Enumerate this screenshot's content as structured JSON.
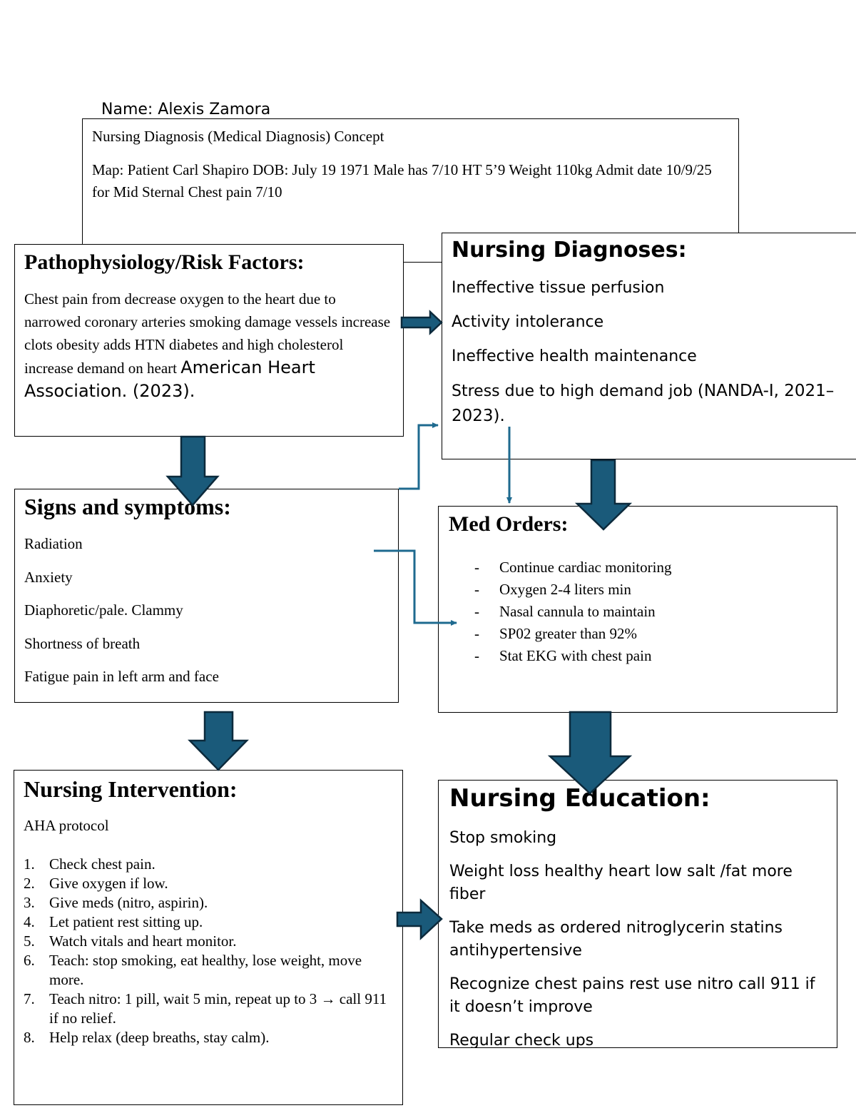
{
  "name_label": "Name:  Alexis Zamora",
  "concept_map": {
    "line1": "Nursing Diagnosis (Medical Diagnosis) Concept",
    "line2": "Map:  Patient Carl Shapiro DOB: July 19 1971 Male has 7/10 HT 5’9 Weight 110kg Admit date 10/9/25 for Mid Sternal Chest pain 7/10"
  },
  "pathophysiology": {
    "heading": "Pathophysiology/Risk Factors:",
    "body": "Chest pain from decrease oxygen to the heart due to narrowed coronary arteries smoking damage vessels increase clots obesity adds HTN diabetes and high cholesterol increase demand on heart ",
    "citation": "American Heart Association. (2023)."
  },
  "nursing_diagnoses": {
    "heading": "Nursing Diagnoses:",
    "items": [
      "Ineffective tissue perfusion",
      "Activity intolerance",
      "Ineffective health maintenance",
      "Stress due to high demand job "
    ],
    "citation": "(NANDA-I, 2021–2023)."
  },
  "signs_symptoms": {
    "heading": "Signs and symptoms:",
    "items": [
      "Radiation",
      "Anxiety",
      "Diaphoretic/pale. Clammy",
      "Shortness of breath",
      "Fatigue pain in left arm and face"
    ]
  },
  "med_orders": {
    "heading": "Med Orders:",
    "bullet": "-",
    "items": [
      "Continue cardiac monitoring",
      "Oxygen 2-4 liters min",
      "Nasal cannula to maintain",
      "SP02 greater than 92%",
      "Stat EKG with chest pain"
    ]
  },
  "nursing_intervention": {
    "heading": "Nursing Intervention:",
    "intro": "AHA protocol",
    "steps": [
      {
        "num": "1.",
        "text": "Check chest pain."
      },
      {
        "num": "2.",
        "text": "Give oxygen if low."
      },
      {
        "num": "3.",
        "text": "Give meds (nitro, aspirin)."
      },
      {
        "num": "4.",
        "text": "Let patient rest sitting up."
      },
      {
        "num": "5.",
        "text": "Watch vitals and heart monitor."
      },
      {
        "num": "6.",
        "text": "Teach: stop smoking, eat healthy, lose weight, move more."
      },
      {
        "num": "7.",
        "text": "Teach nitro: 1 pill, wait 5 min, repeat up to 3 → call 911 if no relief."
      },
      {
        "num": "8.",
        "text": "Help relax (deep breaths, stay calm)."
      }
    ]
  },
  "nursing_education": {
    "heading": "Nursing Education:",
    "items": [
      "Stop smoking",
      "Weight loss healthy heart low salt /fat more fiber",
      "Take meds as ordered nitroglycerin statins antihypertensive",
      "Recognize chest pains rest use nitro call 911 if it doesn’t improve",
      "Regular check ups"
    ]
  },
  "colors": {
    "arrow_fill": "#1a5a7a",
    "arrow_outline": "#0c2a3c",
    "connector": "#1e6a8f"
  }
}
